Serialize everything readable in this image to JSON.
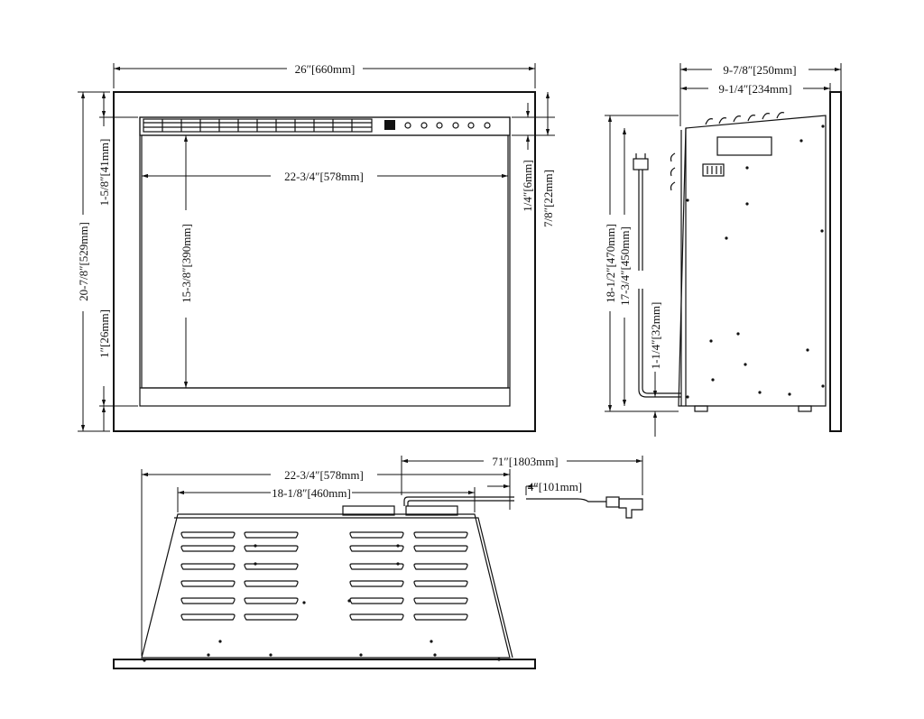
{
  "front": {
    "width": "26″[660mm]",
    "inner_width": "22-3/4″[578mm]",
    "height": "20-7/8″[529mm]",
    "top_gap": "1-5/8″[41mm]",
    "bottom_gap": "1″[26mm]",
    "inner_height": "15-3/8″[390mm]",
    "frame_gap": "1/4″[6mm]",
    "trim_gap": "7/8″[22mm]"
  },
  "side": {
    "depth": "9-7/8″[250mm]",
    "body_depth": "9-1/4″[234mm]",
    "height": "18-1/2″[470mm]",
    "inner_height": "17-3/4″[450mm]",
    "cord_offset": "1-1/4″[32mm]"
  },
  "top": {
    "cord_length": "71″[1803mm]",
    "width": "22-3/4″[578mm]",
    "inner_width": "18-1/8″[460mm]",
    "cord_offset": "4″[101mm]"
  }
}
